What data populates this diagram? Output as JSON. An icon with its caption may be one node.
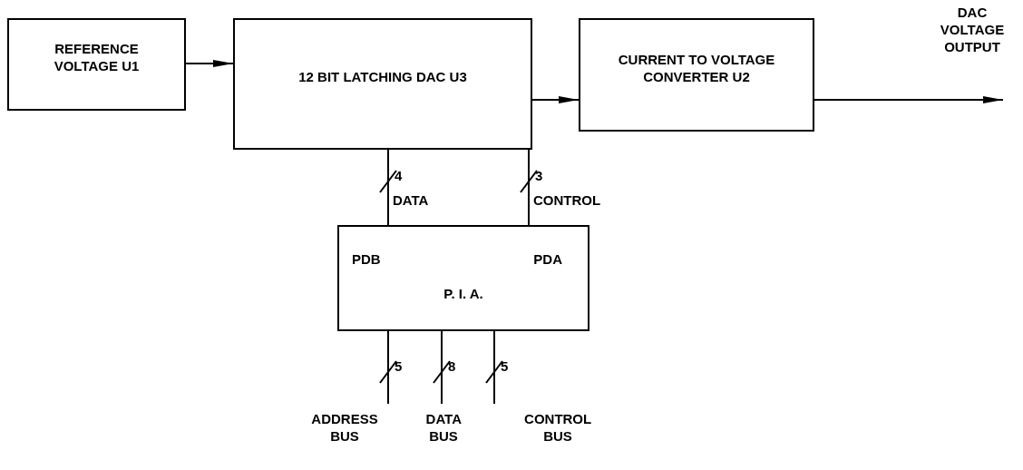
{
  "diagram": {
    "nodes": [
      {
        "text": [
          "REFERENCE VOLTAGE U1"
        ]
      },
      {
        "text": [
          "12 BIT LATCHING DAC U3"
        ]
      },
      {
        "text": [
          "CURRENT TO VOLTAGE CONVERTER U2"
        ]
      },
      {
        "text": [
          "PDB",
          "PDA",
          "P. I. A."
        ]
      },
      {
        "text": [
          "DAC VOLTAGE OUTPUT"
        ]
      },
      {
        "text": [
          "ADDRESS BUS"
        ]
      },
      {
        "text": [
          "DATA BUS"
        ]
      },
      {
        "text": [
          "CONTROL BUS"
        ]
      }
    ],
    "edges": [
      {
        "from": 0,
        "to": 1,
        "arrow": "to"
      },
      {
        "from": 1,
        "to": 2,
        "arrow": "to"
      },
      {
        "from": 2,
        "to": 4,
        "arrow": "to"
      },
      {
        "from": 3,
        "to": 1,
        "arrow": "none",
        "label": "DATA"
      },
      {
        "from": 3,
        "to": 1,
        "arrow": "none",
        "label": "CONTROL"
      },
      {
        "from": 3,
        "to": 5,
        "arrow": "none"
      },
      {
        "from": 3,
        "to": 6,
        "arrow": "none"
      },
      {
        "from": 3,
        "to": 7,
        "arrow": "none"
      }
    ],
    "labels": [
      "4",
      "3",
      "5",
      "8",
      "5"
    ]
  }
}
